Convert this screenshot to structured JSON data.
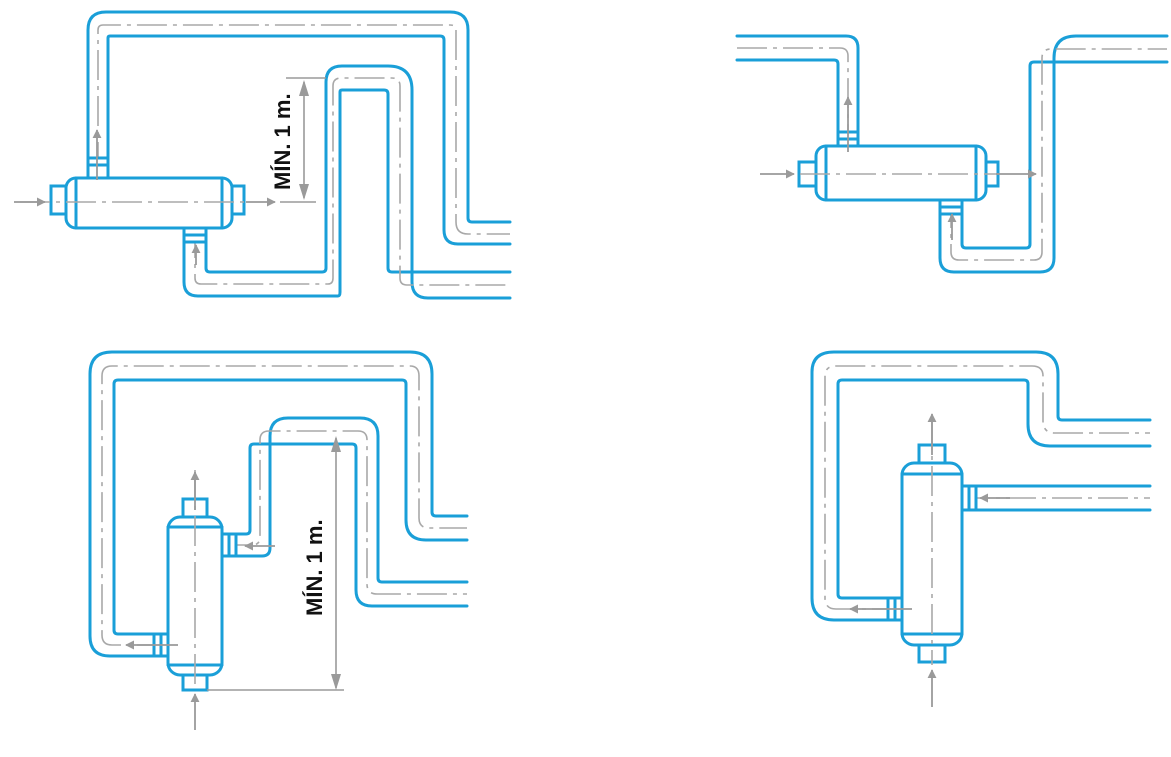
{
  "colors": {
    "pipe": "#1a9fd8",
    "centerline": "#a8a8a8",
    "arrow": "#9a9a9a",
    "label": "#111111"
  },
  "diagrams": [
    {
      "id": "horizontal-low-return",
      "label": "MÍN. 1 m.",
      "orientation": "horizontal"
    },
    {
      "id": "horizontal-no-rise",
      "label": "",
      "orientation": "horizontal"
    },
    {
      "id": "vertical-low-return",
      "label": "MÍN. 1 m.",
      "orientation": "vertical"
    },
    {
      "id": "vertical-no-rise",
      "label": "",
      "orientation": "vertical"
    }
  ]
}
